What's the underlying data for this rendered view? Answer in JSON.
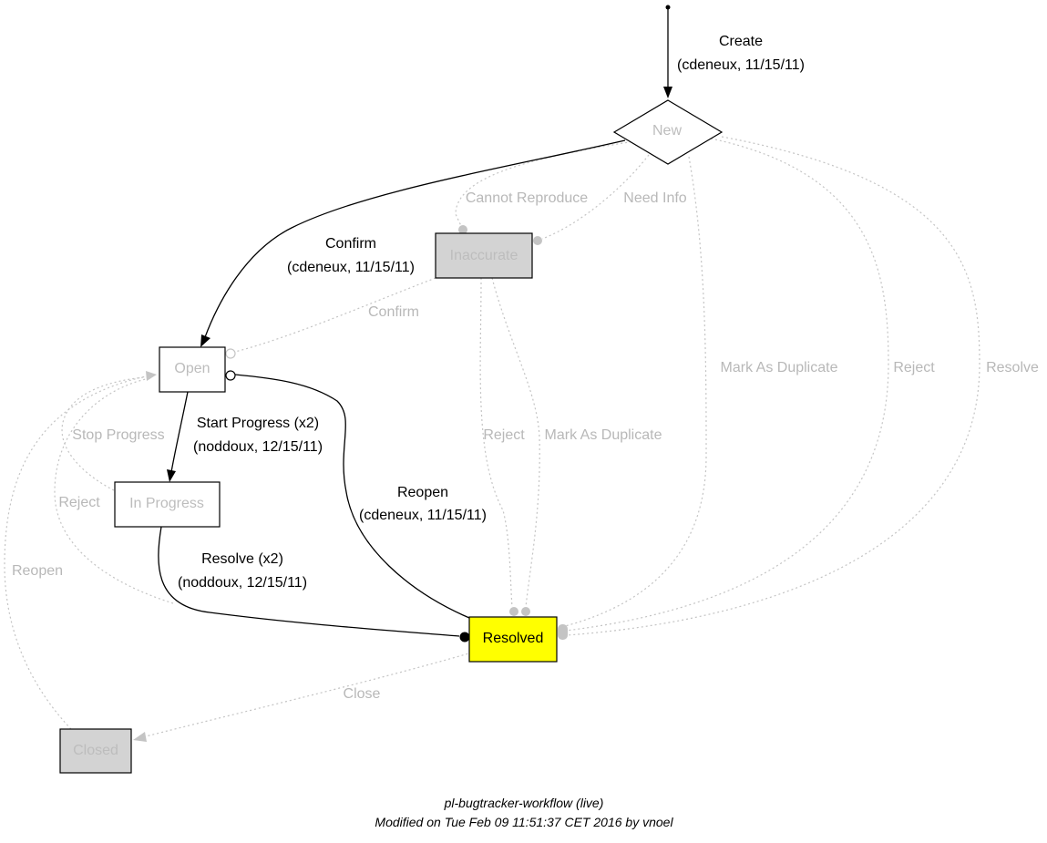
{
  "diagram": {
    "nodes": {
      "new": "New",
      "inaccurate": "Inaccurate",
      "open": "Open",
      "in_progress": "In Progress",
      "resolved": "Resolved",
      "closed": "Closed"
    },
    "edges": {
      "create": {
        "action": "Create",
        "detail": "(cdeneux, 11/15/11)"
      },
      "confirm_new": {
        "action": "Confirm",
        "detail": "(cdeneux, 11/15/11)"
      },
      "start_progress": {
        "action": "Start Progress (x2)",
        "detail": "(noddoux, 12/15/11)"
      },
      "resolve_progress": {
        "action": "Resolve (x2)",
        "detail": "(noddoux, 12/15/11)"
      },
      "reopen_resolved": {
        "action": "Reopen",
        "detail": "(cdeneux, 11/15/11)"
      },
      "cannot_reproduce": "Cannot Reproduce",
      "need_info": "Need Info",
      "confirm_inaccurate": "Confirm",
      "mark_duplicate_new": "Mark As Duplicate",
      "reject_new": "Reject",
      "resolve_new": "Resolve",
      "stop_progress": "Stop Progress",
      "reject_progress": "Reject",
      "reject_inaccurate": "Reject",
      "mark_duplicate_inaccurate": "Mark As Duplicate",
      "reopen_closed": "Reopen",
      "close": "Close"
    },
    "colors": {
      "resolved_fill": "#ffff00",
      "inactive_fill": "#d3d3d3",
      "inactive_text": "#b8b8b8",
      "active_text": "#000000"
    }
  },
  "footer": {
    "title": "pl-bugtracker-workflow (live)",
    "modified": "Modified on Tue Feb 09 11:51:37 CET 2016 by vnoel"
  }
}
